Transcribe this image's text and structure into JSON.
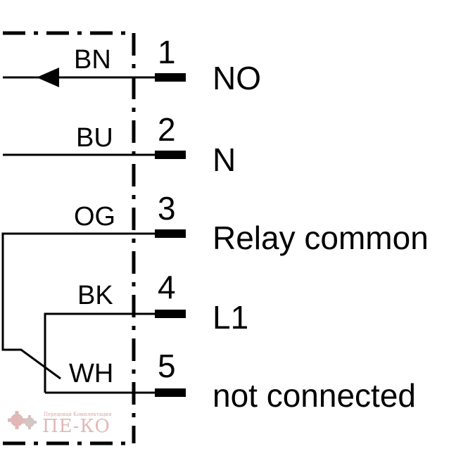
{
  "pins": [
    {
      "number": "1",
      "wire": "BN",
      "function": "NO"
    },
    {
      "number": "2",
      "wire": "BU",
      "function": "N"
    },
    {
      "number": "3",
      "wire": "OG",
      "function": "Relay common"
    },
    {
      "number": "4",
      "wire": "BK",
      "function": "L1"
    },
    {
      "number": "5",
      "wire": "WH",
      "function": "not connected"
    }
  ],
  "watermark": {
    "tagline": "Передовая Комплектация",
    "brand": "ПЕ-КО"
  },
  "colors": {
    "line": "#000000",
    "watermark": "#d9a0a0"
  }
}
